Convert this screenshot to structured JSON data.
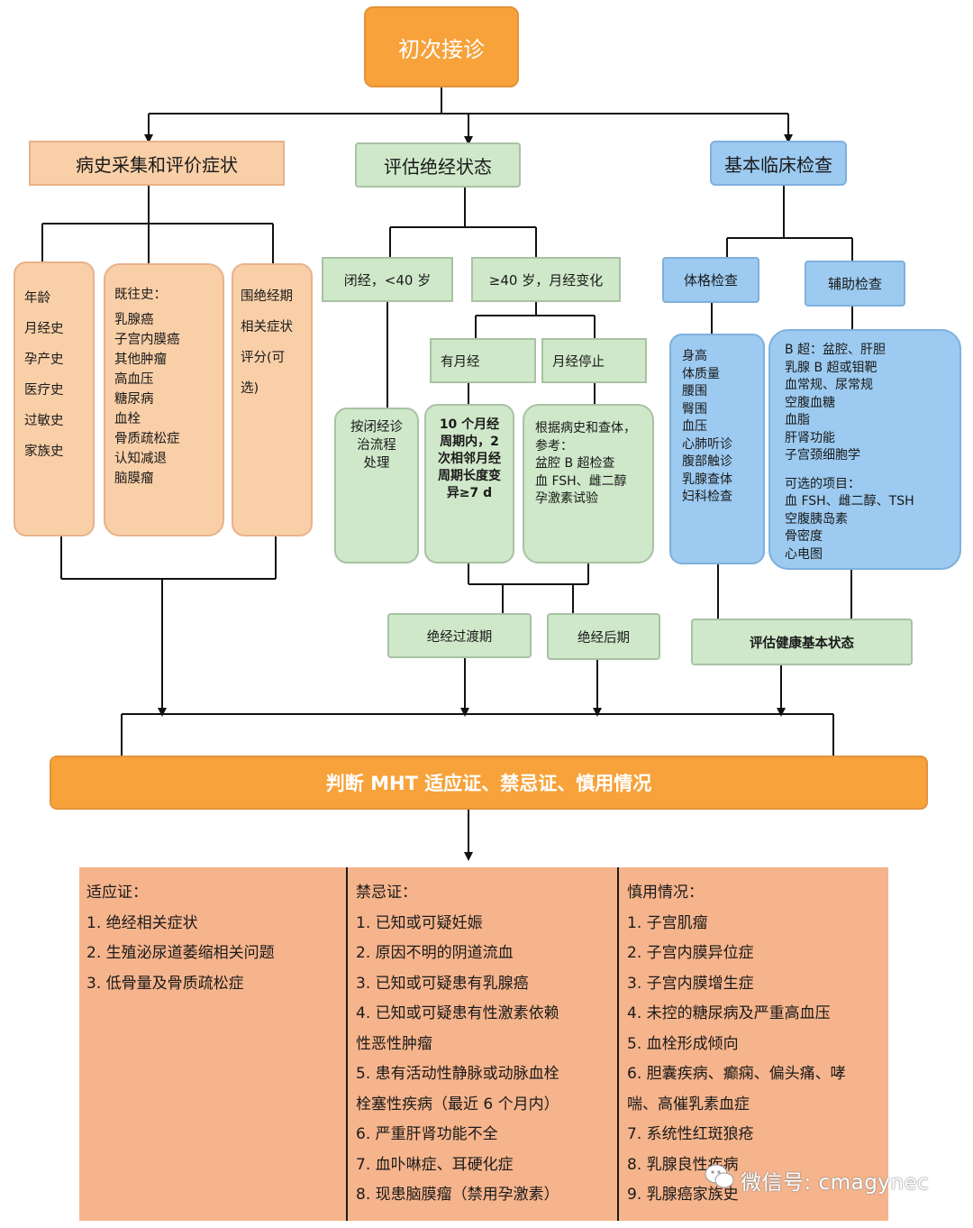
{
  "top": {
    "label": "初次接诊"
  },
  "branches": {
    "history": "病史采集和评价症状",
    "menopause": "评估绝经状态",
    "clinical": "基本临床检查"
  },
  "history": {
    "col1": [
      "年龄",
      "月经史",
      "孕产史",
      "医疗史",
      "过敏史",
      "家族史"
    ],
    "col2": [
      "既往史：",
      "乳腺癌",
      "子宫内膜癌",
      "其他肿瘤",
      "高血压",
      "糖尿病",
      "血栓",
      "骨质疏松症",
      "认知减退",
      "脑膜瘤"
    ],
    "col3": [
      "围绝经期",
      "相关症状",
      "评分(可",
      "选)"
    ]
  },
  "menopause": {
    "early": "闭经，<40 岁",
    "over40": "≥40 岁，月经变化",
    "early_action": [
      "按闭经诊",
      "治流程",
      "处理"
    ],
    "has_period": "有月经",
    "stopped": "月经停止",
    "has_period_detail": [
      "10 个月经",
      "周期内，2",
      "次相邻月经",
      "周期长度变",
      "异≥7 d"
    ],
    "stopped_detail": [
      "根据病史和查体，",
      "参考：",
      "盆腔 B 超检查",
      "血 FSH、雌二醇",
      "孕激素试验"
    ],
    "transition": "绝经过渡期",
    "post": "绝经后期"
  },
  "clinical": {
    "physical": "体格检查",
    "auxiliary": "辅助检查",
    "physical_items": [
      "身高",
      "体质量",
      "腰围",
      "臀围",
      "血压",
      "心肺听诊",
      "腹部触诊",
      "乳腺查体",
      "妇科检查"
    ],
    "aux_items": [
      "B 超：盆腔、肝胆",
      "乳腺 B 超或钼靶",
      "血常规、尿常规",
      "空腹血糖",
      "血脂",
      "肝肾功能",
      "子宫颈细胞学"
    ],
    "optional_title": "可选的项目：",
    "optional_items": [
      "血 FSH、雌二醇、TSH",
      "空腹胰岛素",
      "骨密度",
      "心电图"
    ],
    "health": "评估健康基本状态"
  },
  "judge": "判断 MHT 适应证、禁忌证、慎用情况",
  "indications": {
    "title": "适应证：",
    "items": [
      "1.   绝经相关症状",
      "2.   生殖泌尿道萎缩相关问题",
      "3.   低骨量及骨质疏松症"
    ]
  },
  "contraindications": {
    "title": "禁忌证：",
    "items": [
      "1.   已知或可疑妊娠",
      "2.   原因不明的阴道流血",
      "3.   已知或可疑患有乳腺癌",
      "4.   已知或可疑患有性激素依赖",
      "性恶性肿瘤",
      "5.   患有活动性静脉或动脉血栓",
      "栓塞性疾病（最近 6 个月内）",
      "6.   严重肝肾功能不全",
      "7.   血卟啉症、耳硬化症",
      "8.   现患脑膜瘤（禁用孕激素）"
    ]
  },
  "cautions": {
    "title": "慎用情况：",
    "items": [
      "1.   子宫肌瘤",
      "2.   子宫内膜异位症",
      "3.   子宫内膜增生症",
      "4.   未控的糖尿病及严重高血压",
      "5.   血栓形成倾向",
      "6.   胆囊疾病、癫痫、偏头痛、哮",
      "喘、高催乳素血症",
      "7.   系统性红斑狼疮",
      "8.   乳腺良性疾病",
      "9.   乳腺癌家族史"
    ]
  },
  "watermark": "微信号: cmagynec"
}
